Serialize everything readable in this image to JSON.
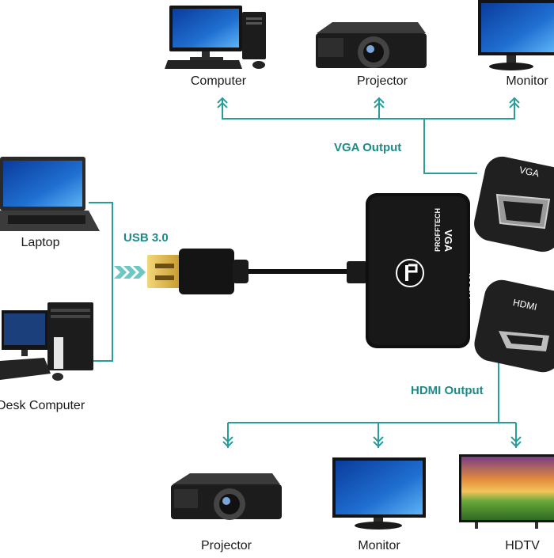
{
  "colors": {
    "connector": "#2a9d9a",
    "header": "#1e8a88",
    "device": "#141414",
    "accent": "#1f6fd1"
  },
  "labels": {
    "computer": "Computer",
    "projector_top": "Projector",
    "monitor_top": "Monitor",
    "laptop": "Laptop",
    "desk_computer": "Desk Computer",
    "projector_bottom": "Projector",
    "monitor_bottom": "Monitor",
    "hdtv": "HDTV"
  },
  "headers": {
    "vga_output": "VGA Output",
    "usb": "USB 3.0",
    "hdmi_output": "HDMI Output"
  },
  "adapter": {
    "brand": "PROFFTECH",
    "vga_port": "VGA",
    "hdmi_port": "HDMI"
  },
  "callouts": {
    "vga": "VGA",
    "hdmi": "HDMI"
  }
}
